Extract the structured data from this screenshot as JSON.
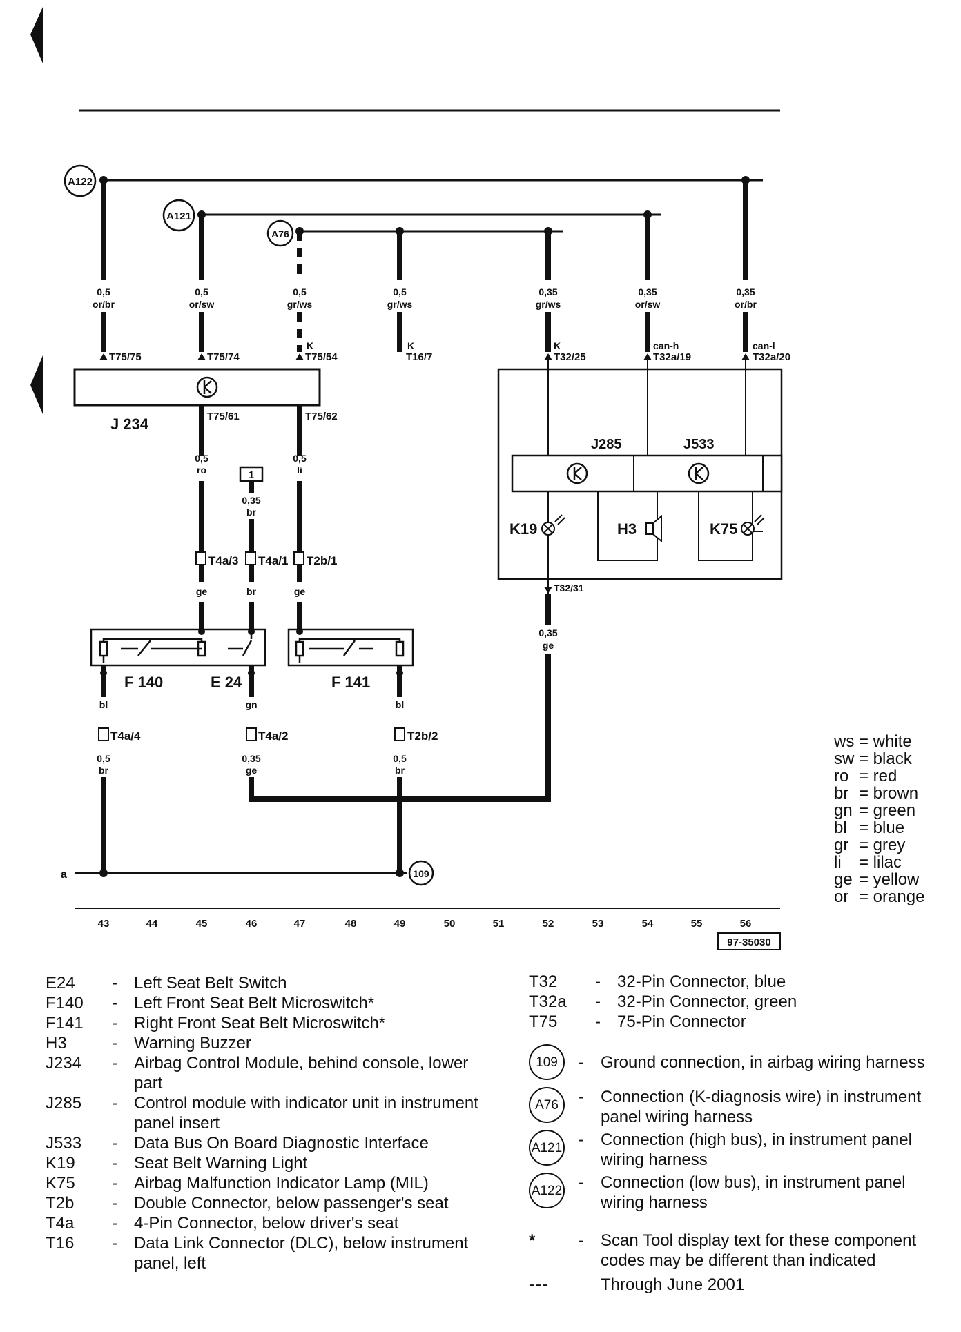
{
  "wires": {
    "w43": {
      "gauge": "0,5",
      "color": "or/br",
      "term": "T75/75"
    },
    "w45": {
      "gauge": "0,5",
      "color": "or/sw",
      "term": "T75/74"
    },
    "w47": {
      "gauge": "0,5",
      "color": "gr/ws",
      "k": "K",
      "term": "T75/54"
    },
    "w49": {
      "gauge": "0,5",
      "color": "gr/ws",
      "k": "K",
      "term": "T16/7"
    },
    "w52": {
      "gauge": "0,35",
      "color": "gr/ws",
      "k": "K",
      "term": "T32/25"
    },
    "w54": {
      "gauge": "0,35",
      "color": "or/sw",
      "k": "can-h",
      "term": "T32a/19"
    },
    "w56": {
      "gauge": "0,35",
      "color": "or/br",
      "k": "can-l",
      "term": "T32a/20"
    },
    "out61": {
      "term": "T75/61",
      "gauge": "0,5",
      "color": "ro"
    },
    "out62": {
      "term": "T75/62",
      "gauge": "0,5",
      "color": "li"
    },
    "fuse": {
      "num": "1",
      "gauge": "0,35",
      "color": "br"
    },
    "conn_a3": {
      "term": "T4a/3",
      "color": "ge"
    },
    "conn_a1": {
      "term": "T4a/1",
      "color": "br"
    },
    "conn_b1": {
      "term": "T2b/1",
      "color": "ge"
    },
    "t3231": {
      "term": "T32/31",
      "gauge": "0,35",
      "color": "ge"
    },
    "low43": {
      "color_top": "bl",
      "term": "T4a/4",
      "gauge": "0,5",
      "color": "br"
    },
    "low46": {
      "color_top": "gn",
      "term": "T4a/2",
      "gauge": "0,35",
      "color": "ge"
    },
    "low49": {
      "color_top": "bl",
      "term": "T2b/2",
      "gauge": "0,5",
      "color": "br"
    }
  },
  "connections": {
    "a122": "A122",
    "a121": "A121",
    "a76": "A76",
    "g109": "109"
  },
  "components": {
    "j234": "J 234",
    "j285": "J285",
    "j533": "J533",
    "k19": "K19",
    "h3": "H3",
    "k75": "K75",
    "f140": "F 140",
    "e24": "E 24",
    "f141": "F 141"
  },
  "ground_label": "a",
  "track_numbers": [
    "43",
    "44",
    "45",
    "46",
    "47",
    "48",
    "49",
    "50",
    "51",
    "52",
    "53",
    "54",
    "55",
    "56"
  ],
  "ref_code": "97-35030",
  "color_key": [
    {
      "code": "ws",
      "name": "= white"
    },
    {
      "code": "sw",
      "name": "= black"
    },
    {
      "code": "ro",
      "name": "= red"
    },
    {
      "code": "br",
      "name": "= brown"
    },
    {
      "code": "gn",
      "name": "= green"
    },
    {
      "code": "bl",
      "name": "= blue"
    },
    {
      "code": "gr",
      "name": "= grey"
    },
    {
      "code": "li",
      "name": "= lilac"
    },
    {
      "code": "ge",
      "name": "= yellow"
    },
    {
      "code": "or",
      "name": "= orange"
    }
  ],
  "legend_left": [
    {
      "code": "E24",
      "desc": "Left Seat Belt Switch"
    },
    {
      "code": "F140",
      "desc": "Left Front Seat Belt Microswitch*"
    },
    {
      "code": "F141",
      "desc": "Right Front Seat Belt Microswitch*"
    },
    {
      "code": "H3",
      "desc": "Warning Buzzer"
    },
    {
      "code": "J234",
      "desc": "Airbag Control Module, behind console, lower part"
    },
    {
      "code": "J285",
      "desc": "Control module with indicator unit in instrument panel insert"
    },
    {
      "code": "J533",
      "desc": "Data Bus On Board Diagnostic Interface"
    },
    {
      "code": "K19",
      "desc": "Seat Belt Warning Light"
    },
    {
      "code": "K75",
      "desc": "Airbag Malfunction Indicator Lamp (MIL)"
    },
    {
      "code": "T2b",
      "desc": "Double Connector, below passenger's seat"
    },
    {
      "code": "T4a",
      "desc": "4-Pin Connector, below driver's seat"
    },
    {
      "code": "T16",
      "desc": "Data Link Connector (DLC), below instrument panel, left"
    }
  ],
  "legend_right": [
    {
      "code": "T32",
      "desc": "32-Pin Connector, blue"
    },
    {
      "code": "T32a",
      "desc": "32-Pin Connector, green"
    },
    {
      "code": "T75",
      "desc": "75-Pin Connector"
    }
  ],
  "legend_circles": [
    {
      "code": "109",
      "desc": "Ground connection, in airbag wiring harness"
    },
    {
      "code": "A76",
      "desc": "Connection (K-diagnosis wire) in instrument panel wiring harness"
    },
    {
      "code": "A121",
      "desc": "Connection (high bus), in instrument panel wiring harness"
    },
    {
      "code": "A122",
      "desc": "Connection (low bus), in instrument panel wiring harness"
    }
  ],
  "footnote_star": {
    "symbol": "*",
    "desc": "Scan Tool display text for these component codes may be different than indicated"
  },
  "footnote_dash": {
    "symbol": "---",
    "desc": "Through June 2001"
  }
}
